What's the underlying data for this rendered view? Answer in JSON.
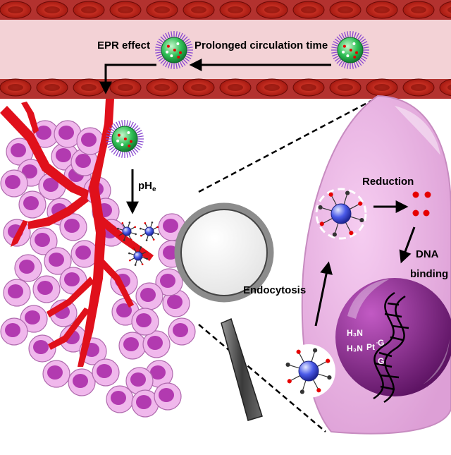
{
  "labels": {
    "epr_effect": "EPR effect",
    "prolonged_circulation": "Prolonged circulation time",
    "phe_main": "pH",
    "phe_sub": "e",
    "reduction": "Reduction",
    "dna_binding_line1": "DNA",
    "dna_binding_line2": "binding",
    "endocytosis": "Endocytosis",
    "pt_complex_line1": "H₃N",
    "pt_complex_line2": "H₃N",
    "pt_symbol": "Pt",
    "g1": "G",
    "g2": "G"
  },
  "colors": {
    "vessel_wall": "#b3322f",
    "vessel_lumen": "#f3d2d6",
    "rbc": "#a8140c",
    "tumor_vessel": "#e0101b",
    "tumor_cell": "#f0b8ec",
    "tumor_nucleus": "#b23ab0",
    "cell_body": "#ebb3e5",
    "nucleus": "#7c247f",
    "nanoparticle_core": "#22b24a",
    "micelle_core": "#3548d9",
    "drug_dot": "#e60000"
  },
  "icons": [
    "rbc-icon",
    "nanoparticle-icon",
    "micelle-icon",
    "magnifier-icon",
    "dna-helix-icon",
    "arrow-icon"
  ]
}
